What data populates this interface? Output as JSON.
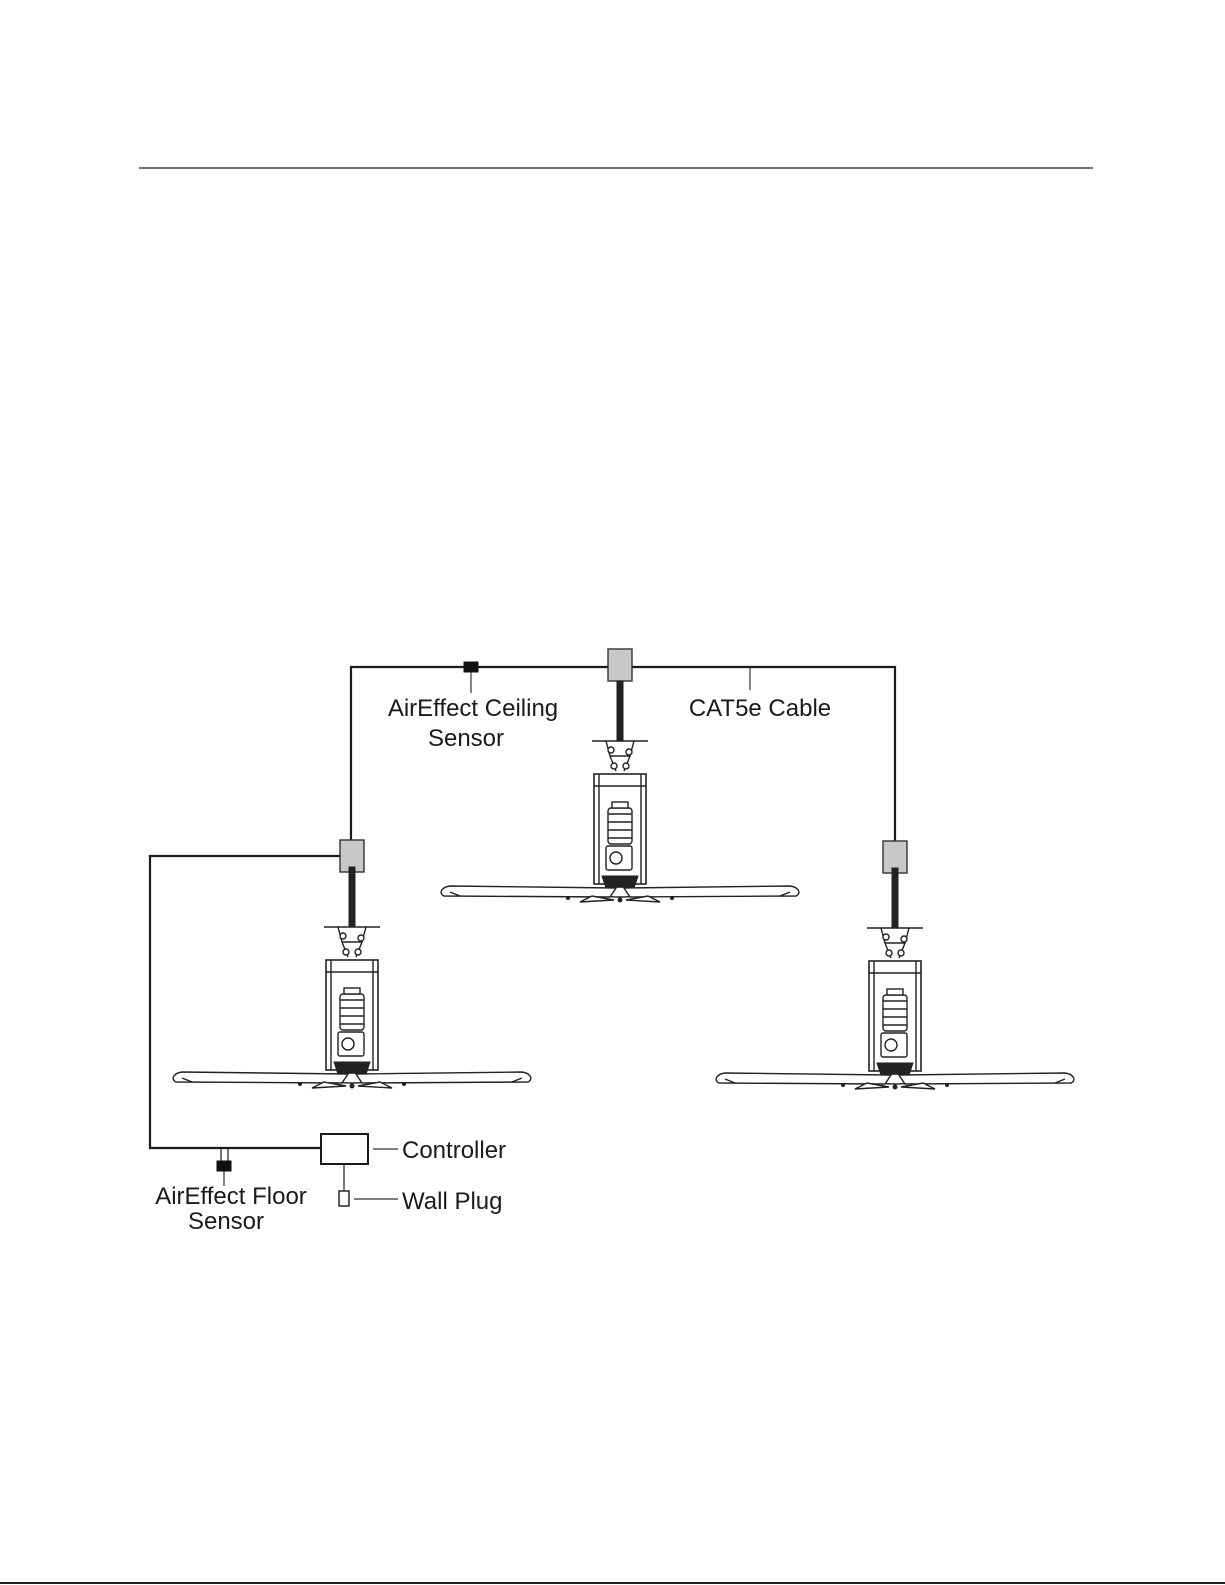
{
  "labels": {
    "ceiling_sensor_line1": "AirEffect Ceiling",
    "ceiling_sensor_line2": "Sensor",
    "cable": "CAT5e Cable",
    "controller": "Controller",
    "wall_plug": "Wall Plug",
    "floor_sensor_line1": "AirEffect Floor",
    "floor_sensor_line2": "Sensor"
  },
  "icons": {
    "fan": "ceiling-fan-icon",
    "junction_box": "junction-box-icon",
    "sensor": "sensor-icon",
    "controller": "controller-box-icon",
    "wall_plug": "wall-plug-icon"
  },
  "colors": {
    "line": "#1a1a1a",
    "junction_box_fill": "#c8c8c8",
    "sensor_fill": "#111111"
  }
}
